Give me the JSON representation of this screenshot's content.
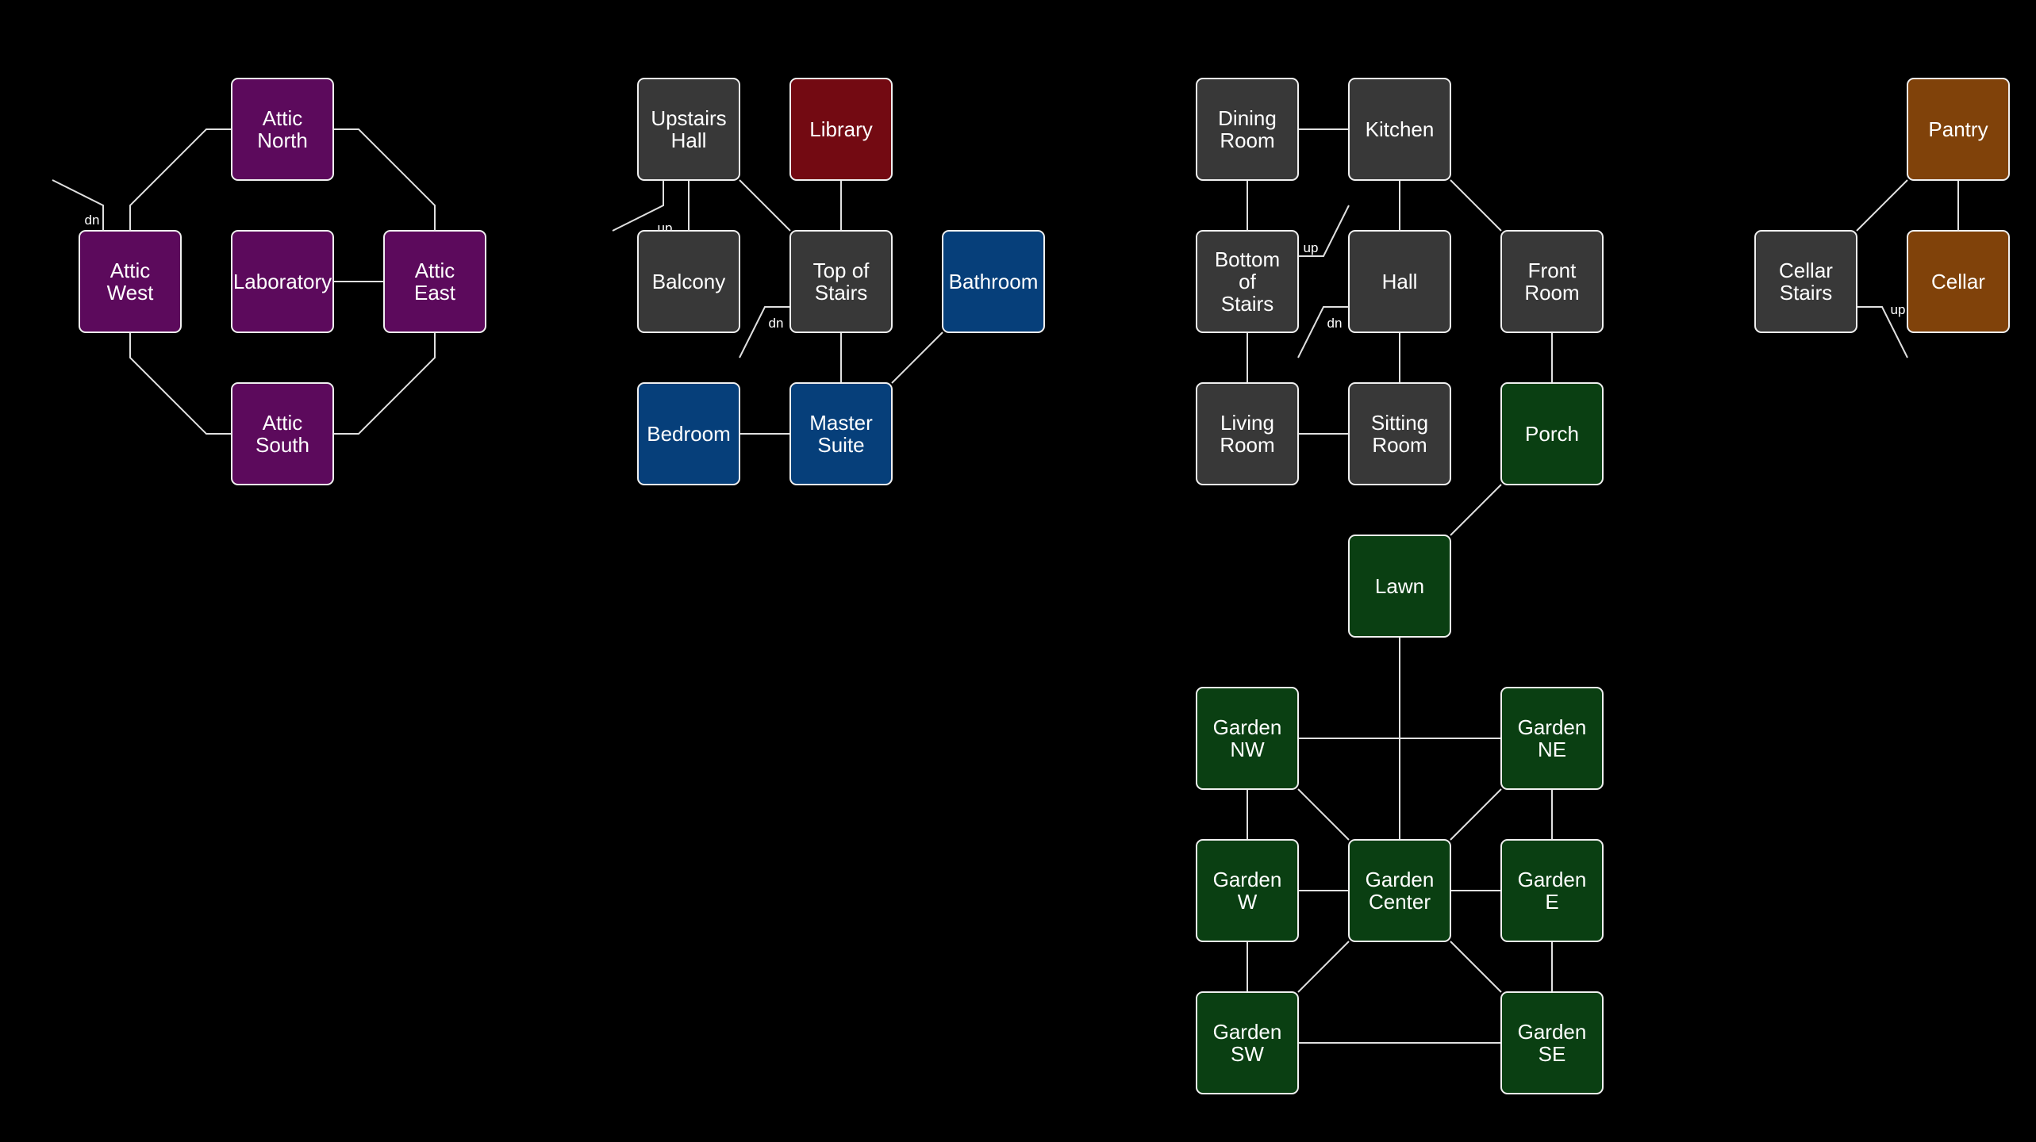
{
  "map": {
    "zone_colors": {
      "attic": "#5c0a5c",
      "upstairs": "#383838",
      "library": "#730a12",
      "blue": "#063f7a",
      "ground": "#383838",
      "garden": "#0a3f12",
      "cellar": "#80420a"
    },
    "line_color": "#e0e0e0",
    "rooms": [
      {
        "id": "attic-north",
        "name": "Attic North",
        "lines": [
          "Attic",
          "North"
        ],
        "zone": "attic"
      },
      {
        "id": "attic-west",
        "name": "Attic West",
        "lines": [
          "Attic",
          "West"
        ],
        "zone": "attic"
      },
      {
        "id": "laboratory",
        "name": "Laboratory",
        "lines": [
          "Laboratory"
        ],
        "zone": "attic"
      },
      {
        "id": "attic-east",
        "name": "Attic East",
        "lines": [
          "Attic",
          "East"
        ],
        "zone": "attic"
      },
      {
        "id": "attic-south",
        "name": "Attic South",
        "lines": [
          "Attic",
          "South"
        ],
        "zone": "attic"
      },
      {
        "id": "upstairs-hall",
        "name": "Upstairs Hall",
        "lines": [
          "Upstairs",
          "Hall"
        ],
        "zone": "upstairs"
      },
      {
        "id": "library",
        "name": "Library",
        "lines": [
          "Library"
        ],
        "zone": "library"
      },
      {
        "id": "balcony",
        "name": "Balcony",
        "lines": [
          "Balcony"
        ],
        "zone": "upstairs"
      },
      {
        "id": "top-of-stairs",
        "name": "Top of Stairs",
        "lines": [
          "Top of",
          "Stairs"
        ],
        "zone": "upstairs"
      },
      {
        "id": "bathroom",
        "name": "Bathroom",
        "lines": [
          "Bathroom"
        ],
        "zone": "blue"
      },
      {
        "id": "bedroom",
        "name": "Bedroom",
        "lines": [
          "Bedroom"
        ],
        "zone": "blue"
      },
      {
        "id": "master-suite",
        "name": "Master Suite",
        "lines": [
          "Master",
          "Suite"
        ],
        "zone": "blue"
      },
      {
        "id": "dining-room",
        "name": "Dining Room",
        "lines": [
          "Dining",
          "Room"
        ],
        "zone": "ground"
      },
      {
        "id": "kitchen",
        "name": "Kitchen",
        "lines": [
          "Kitchen"
        ],
        "zone": "ground"
      },
      {
        "id": "bottom-of-stairs",
        "name": "Bottom of Stairs",
        "lines": [
          "Bottom",
          "of",
          "Stairs"
        ],
        "zone": "ground"
      },
      {
        "id": "hall",
        "name": "Hall",
        "lines": [
          "Hall"
        ],
        "zone": "ground"
      },
      {
        "id": "front-room",
        "name": "Front Room",
        "lines": [
          "Front",
          "Room"
        ],
        "zone": "ground"
      },
      {
        "id": "living-room",
        "name": "Living Room",
        "lines": [
          "Living",
          "Room"
        ],
        "zone": "ground"
      },
      {
        "id": "sitting-room",
        "name": "Sitting Room",
        "lines": [
          "Sitting",
          "Room"
        ],
        "zone": "ground"
      },
      {
        "id": "porch",
        "name": "Porch",
        "lines": [
          "Porch"
        ],
        "zone": "garden"
      },
      {
        "id": "lawn",
        "name": "Lawn",
        "lines": [
          "Lawn"
        ],
        "zone": "garden"
      },
      {
        "id": "garden-nw",
        "name": "Garden NW",
        "lines": [
          "Garden",
          "NW"
        ],
        "zone": "garden"
      },
      {
        "id": "garden-ne",
        "name": "Garden NE",
        "lines": [
          "Garden",
          "NE"
        ],
        "zone": "garden"
      },
      {
        "id": "garden-w",
        "name": "Garden W",
        "lines": [
          "Garden",
          "W"
        ],
        "zone": "garden"
      },
      {
        "id": "garden-center",
        "name": "Garden Center",
        "lines": [
          "Garden",
          "Center"
        ],
        "zone": "garden"
      },
      {
        "id": "garden-e",
        "name": "Garden E",
        "lines": [
          "Garden",
          "E"
        ],
        "zone": "garden"
      },
      {
        "id": "garden-sw",
        "name": "Garden SW",
        "lines": [
          "Garden",
          "SW"
        ],
        "zone": "garden"
      },
      {
        "id": "garden-se",
        "name": "Garden SE",
        "lines": [
          "Garden",
          "SE"
        ],
        "zone": "garden"
      },
      {
        "id": "pantry",
        "name": "Pantry",
        "lines": [
          "Pantry"
        ],
        "zone": "cellar"
      },
      {
        "id": "cellar-stairs",
        "name": "Cellar Stairs",
        "lines": [
          "Cellar",
          "Stairs"
        ],
        "zone": "upstairs"
      },
      {
        "id": "cellar",
        "name": "Cellar",
        "lines": [
          "Cellar"
        ],
        "zone": "cellar"
      }
    ],
    "connections": [
      [
        "attic-north",
        "attic-west"
      ],
      [
        "attic-north",
        "attic-east"
      ],
      [
        "attic-west",
        "attic-south"
      ],
      [
        "attic-east",
        "attic-south"
      ],
      [
        "laboratory",
        "attic-east"
      ],
      [
        "upstairs-hall",
        "balcony"
      ],
      [
        "upstairs-hall",
        "top-of-stairs"
      ],
      [
        "library",
        "top-of-stairs"
      ],
      [
        "top-of-stairs",
        "master-suite"
      ],
      [
        "bedroom",
        "master-suite"
      ],
      [
        "master-suite",
        "bathroom"
      ],
      [
        "dining-room",
        "kitchen"
      ],
      [
        "dining-room",
        "bottom-of-stairs"
      ],
      [
        "kitchen",
        "hall"
      ],
      [
        "kitchen",
        "front-room"
      ],
      [
        "bottom-of-stairs",
        "living-room"
      ],
      [
        "hall",
        "sitting-room"
      ],
      [
        "living-room",
        "sitting-room"
      ],
      [
        "front-room",
        "porch"
      ],
      [
        "porch",
        "lawn"
      ],
      [
        "lawn",
        "garden-center"
      ],
      [
        "garden-nw",
        "garden-ne"
      ],
      [
        "garden-nw",
        "garden-w"
      ],
      [
        "garden-nw",
        "garden-center"
      ],
      [
        "garden-ne",
        "garden-center"
      ],
      [
        "garden-ne",
        "garden-e"
      ],
      [
        "garden-w",
        "garden-center"
      ],
      [
        "garden-center",
        "garden-e"
      ],
      [
        "garden-w",
        "garden-sw"
      ],
      [
        "garden-sw",
        "garden-center"
      ],
      [
        "garden-center",
        "garden-se"
      ],
      [
        "garden-e",
        "garden-se"
      ],
      [
        "garden-sw",
        "garden-se"
      ],
      [
        "pantry",
        "cellar-stairs"
      ],
      [
        "pantry",
        "cellar"
      ]
    ],
    "exits": [
      {
        "id": "attic-west-dn",
        "room": "attic-west",
        "label": "dn"
      },
      {
        "id": "upstairs-hall-up",
        "room": "upstairs-hall",
        "label": "up"
      },
      {
        "id": "top-of-stairs-dn",
        "room": "top-of-stairs",
        "label": "dn"
      },
      {
        "id": "bottom-of-stairs-up",
        "room": "bottom-of-stairs",
        "label": "up"
      },
      {
        "id": "hall-dn",
        "room": "hall",
        "label": "dn"
      },
      {
        "id": "cellar-stairs-up",
        "room": "cellar-stairs",
        "label": "up"
      }
    ]
  }
}
